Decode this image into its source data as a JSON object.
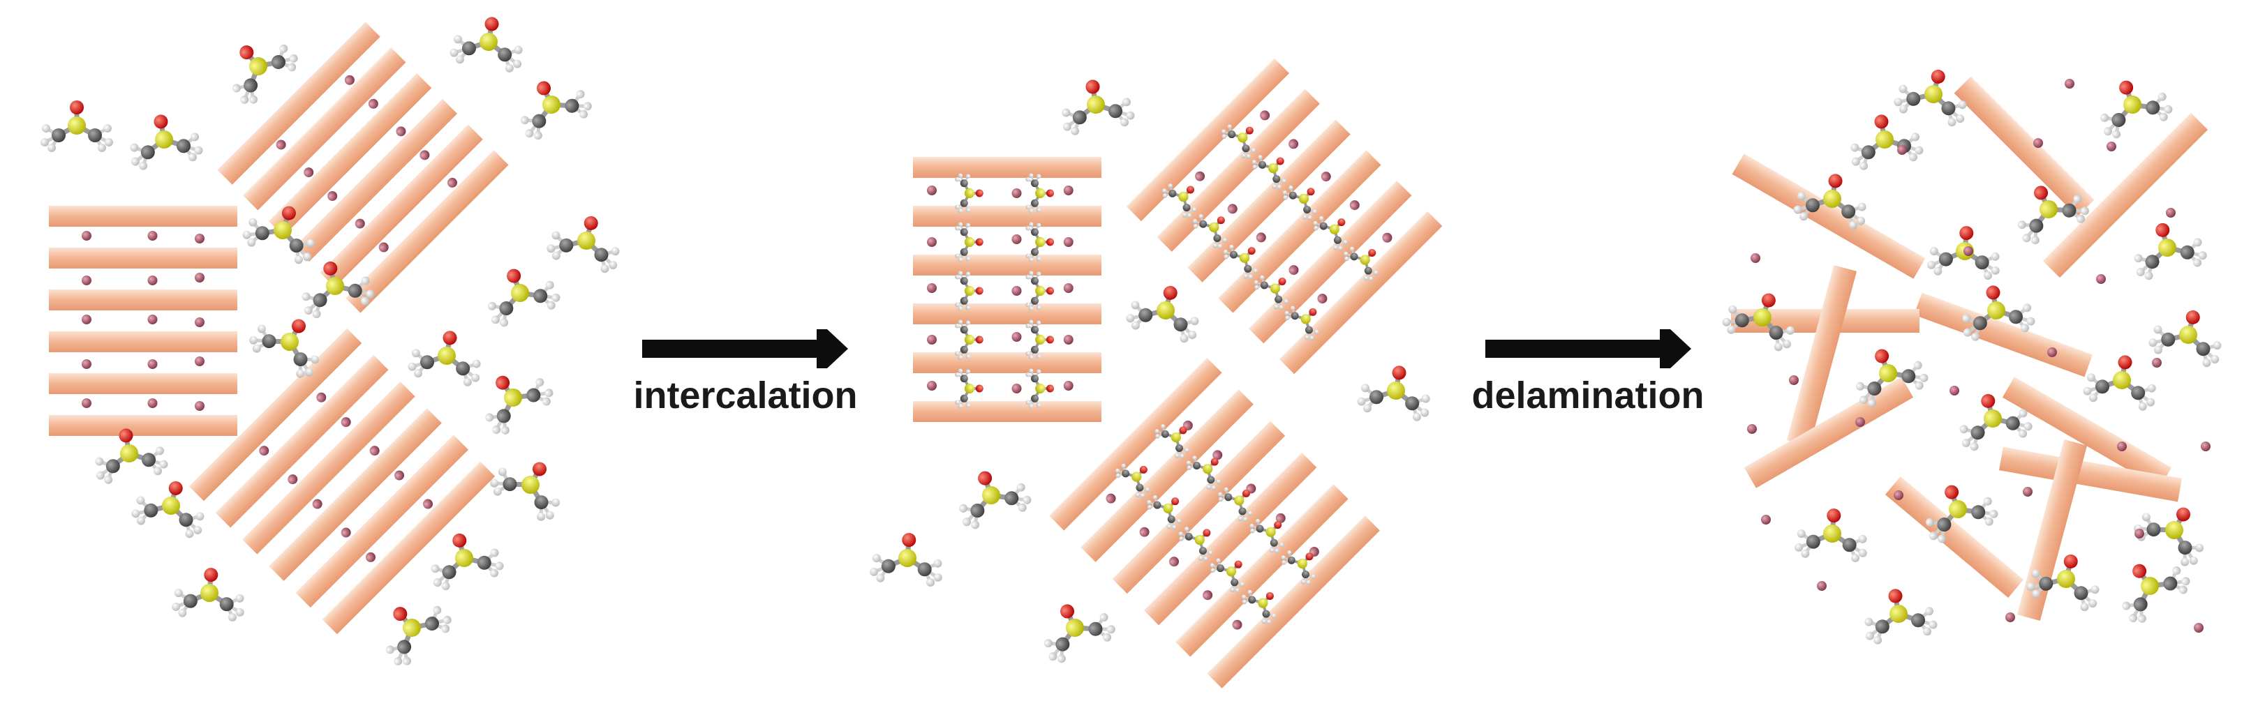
{
  "figure": {
    "arrows": [
      {
        "name": "intercalation",
        "label": "intercalation"
      },
      {
        "name": "delamination",
        "label": "delamination"
      }
    ],
    "colors": {
      "sheet_light": "#fbe3d3",
      "sheet_mid": "#f3b896",
      "sheet_dark": "#e89a72",
      "ion": "#9c4a5c",
      "sulfur": "#d8d820",
      "oxygen": "#e21b1b",
      "carbon": "#5e5e5e",
      "hydrogen": "#f2f2f2",
      "arrow": "#0d0d0d"
    },
    "legend_icons": [
      "layered-sheet",
      "interlayer-ion",
      "dmso-molecule"
    ]
  }
}
